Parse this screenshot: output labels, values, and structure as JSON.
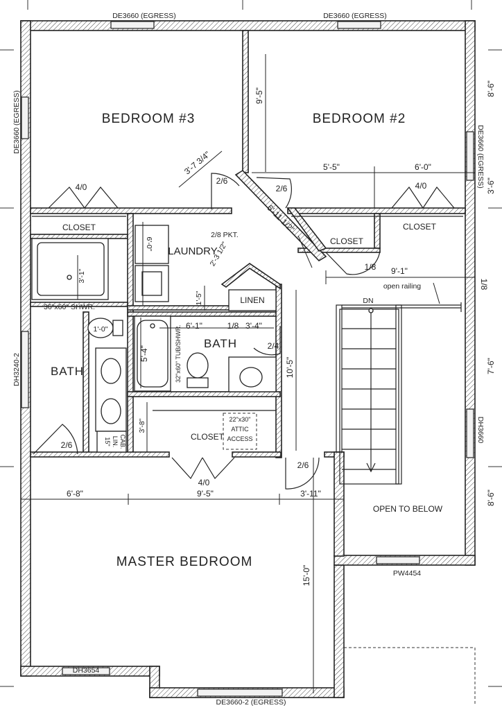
{
  "rooms": {
    "bedroom3": "BEDROOM #3",
    "bedroom2": "BEDROOM #2",
    "laundry": "LAUNDRY",
    "bath_left": "BATH",
    "bath_center": "BATH",
    "master": "MASTER BEDROOM",
    "open_below": "OPEN TO BELOW",
    "linen": "LINEN",
    "closet_left": "CLOSET",
    "closet_right": "CLOSET",
    "closet_mid": "CLOSET",
    "closet_master": "CLOSET"
  },
  "windows": {
    "top_left": "DE3660 (EGRESS)",
    "top_right": "DE3660 (EGRESS)",
    "left_upper": "DE3660 (EGRESS)",
    "right_upper": "DE3660 (EGRESS)",
    "left_mid": "DH3240-2",
    "right_mid": "DH3660",
    "bottom_left": "DH3654",
    "bottom_center": "DE3660-2 (EGRESS)",
    "pw": "PW4454"
  },
  "labels": {
    "shower": "36\"x60\" SHWR.",
    "tub": "32\"x60\" TUB/SHWR.",
    "attic_size": "22\"x30\"",
    "attic1": "ATTIC",
    "attic2": "ACCESS",
    "pkt": "2/8 PKT.",
    "dn": "DN",
    "railing": "open railing",
    "lin1": "15\"",
    "lin2": "LIN.",
    "lin3": "CAB."
  },
  "doors": {
    "c_left": "4/0",
    "c_right": "4/0",
    "c_master": "4/0",
    "b3": "2/6",
    "b2": "2/6",
    "bath_l": "2/6",
    "master": "2/6",
    "bath_c": "2/4",
    "closet_mid": "1/8"
  },
  "dims": {
    "d_5_5": "5'-5\"",
    "d_6_0": "6'-0\"",
    "d_9_5_v": "9'-5\"",
    "d_3_7": "3'-7 3/4\"",
    "d_6_11": "6'-11 1/2\"",
    "d_2_3": "2'-3 1/2\"",
    "d_6_0_v": "6'-0\"",
    "d_3_1": "3'-1\"",
    "d_1_5": "1'-5\"",
    "d_1_0": "1'-0\"",
    "d_6_1": "6'-1\"",
    "d_1_8": "1/8",
    "d_3_4": "3'-4\"",
    "d_5_4": "5'-4\"",
    "d_3_8": "3'-8\"",
    "d_10_5": "10'-5\"",
    "d_6_8": "6'-8\"",
    "d_9_5": "9'-5\"",
    "d_3_11": "3'-11\"",
    "d_15_0": "15'-0\"",
    "d_9_1": "9'-1\"",
    "d_1_8b": "1/8",
    "r_8_6a": "8'-6\"",
    "r_3_6": "3'-6\"",
    "r_7_6": "7'-6\"",
    "r_8_6b": "8'-6\""
  }
}
